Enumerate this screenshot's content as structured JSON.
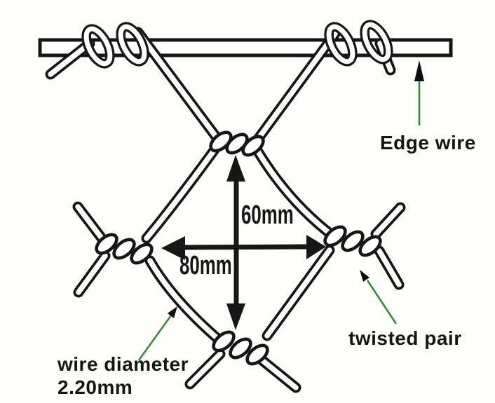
{
  "figure": {
    "type": "hexagonal wire mesh technical diagram",
    "colors": {
      "paper": "#fdfdf9",
      "ink": "#161616",
      "wire": "#ffffff",
      "green": "#3a8a3a"
    },
    "dimensions": {
      "mesh_height": "60mm",
      "mesh_width": "80mm"
    },
    "annotations": {
      "edge_wire": "Edge wire",
      "twisted_pair": "twisted pair",
      "wire_diameter_label": "wire diameter",
      "wire_diameter_value": "2.20mm"
    }
  }
}
